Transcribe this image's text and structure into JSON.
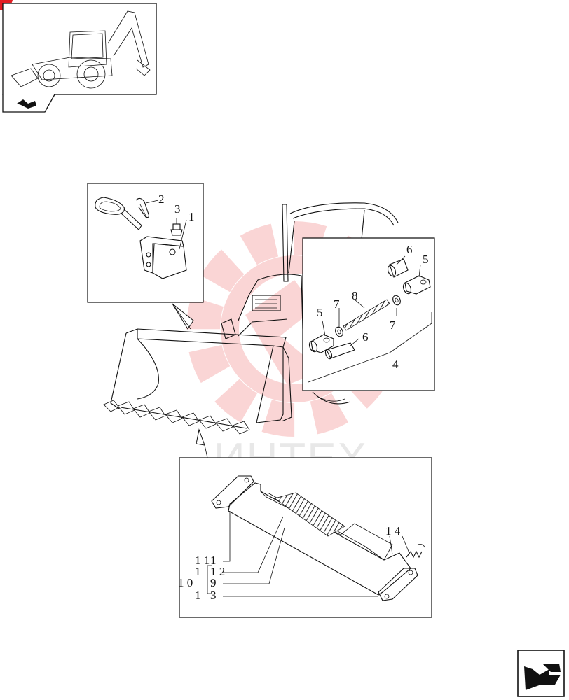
{
  "watermark": {
    "text": "ИНТЕХ",
    "color": "#f4a6a6"
  },
  "colors": {
    "accent": "#e31e24",
    "line": "#111111",
    "watermark_gear": "#f7b4b4"
  },
  "thumbnail": {
    "name": "backhoe-loader-thumbnail"
  },
  "nav": {
    "icon": "next-page-arrow-icon",
    "corner_icon": "corner-arrow-icon"
  },
  "callouts": {
    "c1a": "1",
    "c2": "2",
    "c3": "3",
    "c4": "4",
    "c5a": "5",
    "c5b": "5",
    "c6a": "6",
    "c6b": "6",
    "c7a": "7",
    "c7b": "7",
    "c8": "8",
    "c14": "1 4",
    "c11": "1 1",
    "c1b": "1",
    "c12": "1 2",
    "c10": "1 0",
    "c9": "9",
    "c13": "1 3",
    "c3b": "3"
  }
}
